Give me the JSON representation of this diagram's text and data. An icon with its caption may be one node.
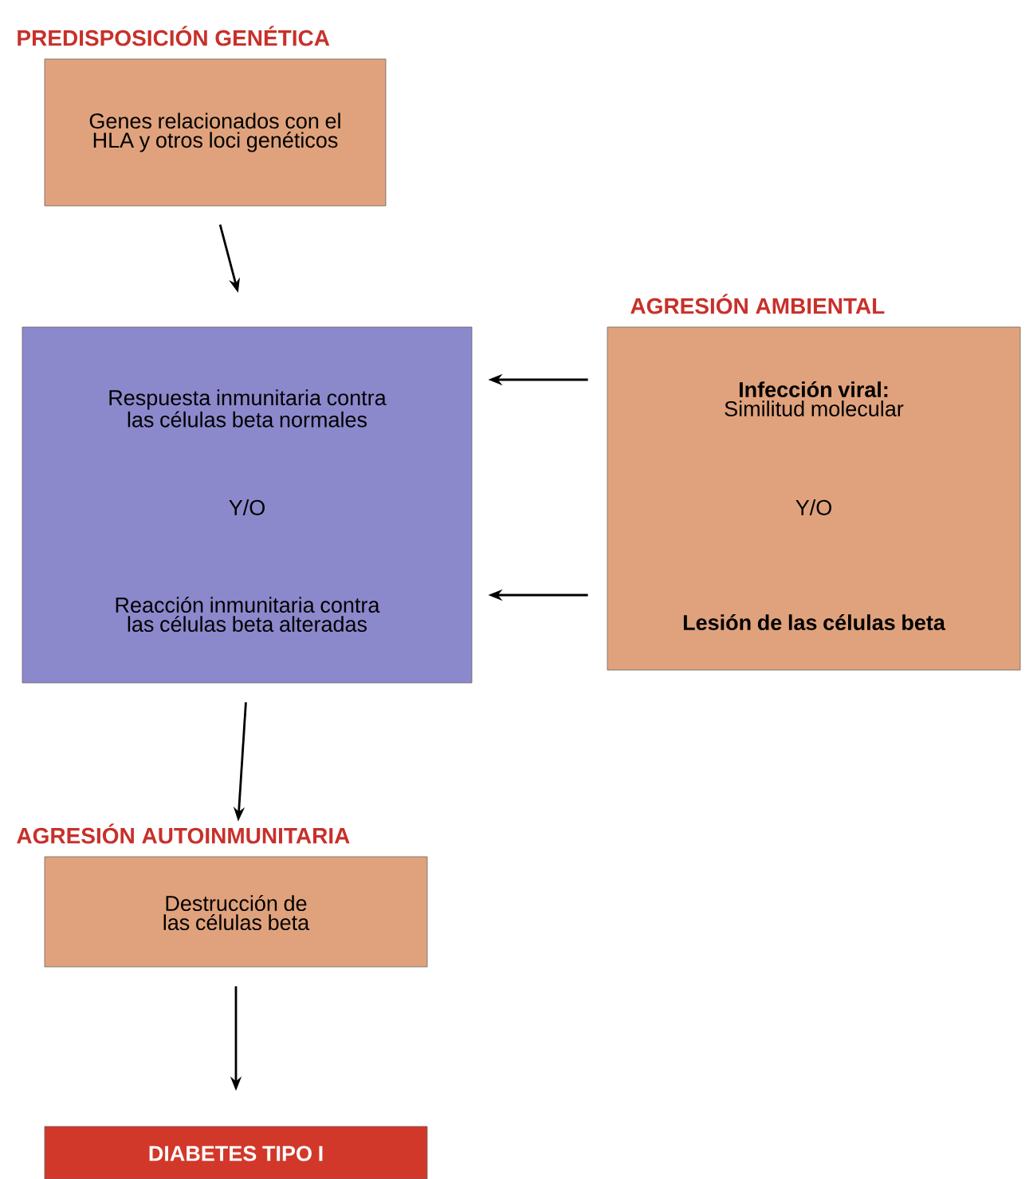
{
  "diagram": {
    "nodes": [
      {
        "text": [
          "PREDISPOSICIÓN GENÉTICA",
          "Genes relacionados con el HLA y otros loci genéticos"
        ]
      },
      {
        "text": [
          "Respuesta inmunitaria contra las células beta normales",
          "Y/O",
          "Reacción inmunitaria contra las células beta alteradas"
        ]
      },
      {
        "text": [
          "AGRESIÓN AMBIENTAL",
          "**Infección viral:** Similitud molecular",
          "Y/O",
          "Lesión de las células beta"
        ]
      },
      {
        "text": [
          "AGRESIÓN AUTOINMUNITARIA",
          "Destrucción de las células beta"
        ]
      },
      {
        "text": [
          "DIABETES TIPO I"
        ]
      }
    ],
    "edges": [
      {
        "from": 0,
        "to": 1,
        "arrow": "to"
      },
      {
        "from": 2,
        "to": 1,
        "arrow": "to"
      },
      {
        "from": 2,
        "to": 1,
        "arrow": "to"
      },
      {
        "from": 1,
        "to": 3,
        "arrow": "to"
      },
      {
        "from": 3,
        "to": 4,
        "arrow": "to"
      }
    ]
  }
}
